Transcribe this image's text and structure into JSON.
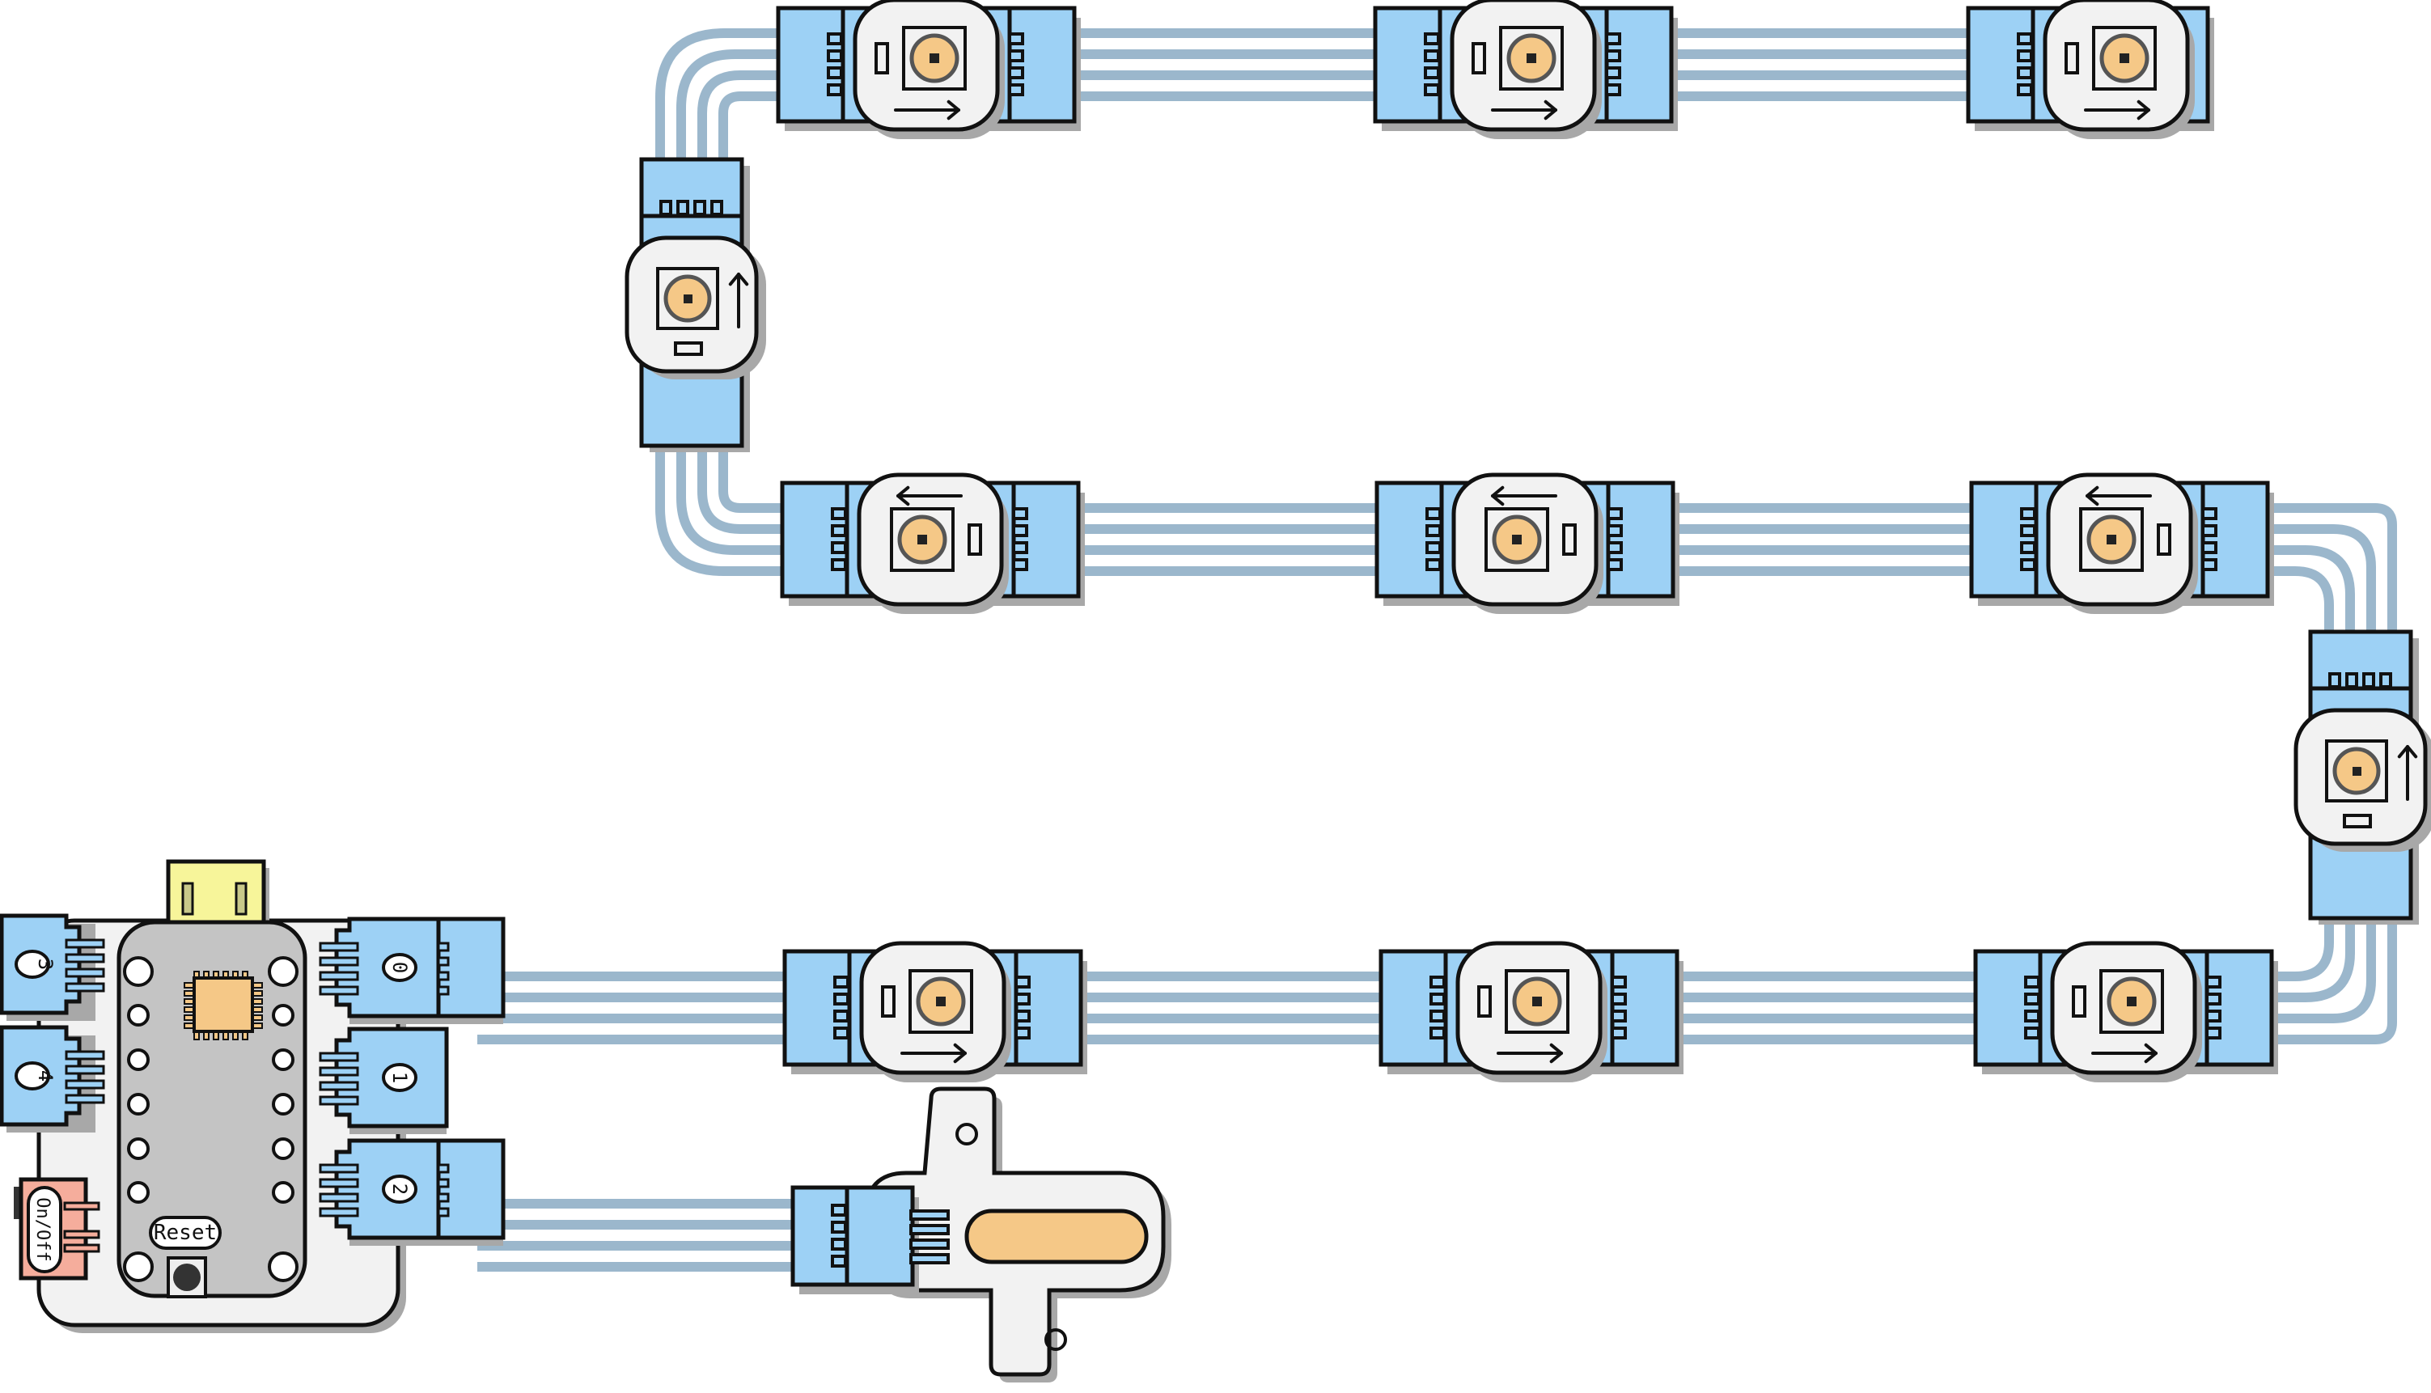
{
  "diagram": {
    "colors": {
      "background": "#ffffff",
      "module_body": "#f2f2f2",
      "connector": "#9dd1f5",
      "wire": "#9bb7cc",
      "led": "#f5c887",
      "chip": "#f5c887",
      "board": "#c4c4c4",
      "usb": "#f7f59a",
      "usb_pin": "#c9c98a",
      "switch": "#f5ad9c",
      "outline": "#111111",
      "shadow": "#a8a8a8"
    },
    "controller": {
      "name": "controller-board",
      "ports": [
        {
          "label": "0",
          "side": "right"
        },
        {
          "label": "1",
          "side": "right"
        },
        {
          "label": "2",
          "side": "right"
        },
        {
          "label": "3",
          "side": "left"
        },
        {
          "label": "4",
          "side": "left"
        }
      ],
      "reset_label": "Reset",
      "switch_label": "On/Off",
      "usb": "usb-connector"
    },
    "led_chain": [
      {
        "id": "led-1",
        "row": "bottom",
        "direction": "right"
      },
      {
        "id": "led-2",
        "row": "bottom",
        "direction": "right"
      },
      {
        "id": "led-3",
        "row": "bottom",
        "direction": "right"
      },
      {
        "id": "led-4",
        "row": "right-column",
        "direction": "up"
      },
      {
        "id": "led-5",
        "row": "middle",
        "direction": "left"
      },
      {
        "id": "led-6",
        "row": "middle",
        "direction": "left"
      },
      {
        "id": "led-7",
        "row": "middle",
        "direction": "left"
      },
      {
        "id": "led-8",
        "row": "left-column",
        "direction": "up"
      },
      {
        "id": "led-9",
        "row": "top",
        "direction": "right"
      },
      {
        "id": "led-10",
        "row": "top",
        "direction": "right"
      },
      {
        "id": "led-11",
        "row": "top",
        "direction": "right"
      }
    ],
    "slider": {
      "id": "slider-module",
      "connected_port": "2"
    },
    "led_chain_port": "0"
  }
}
